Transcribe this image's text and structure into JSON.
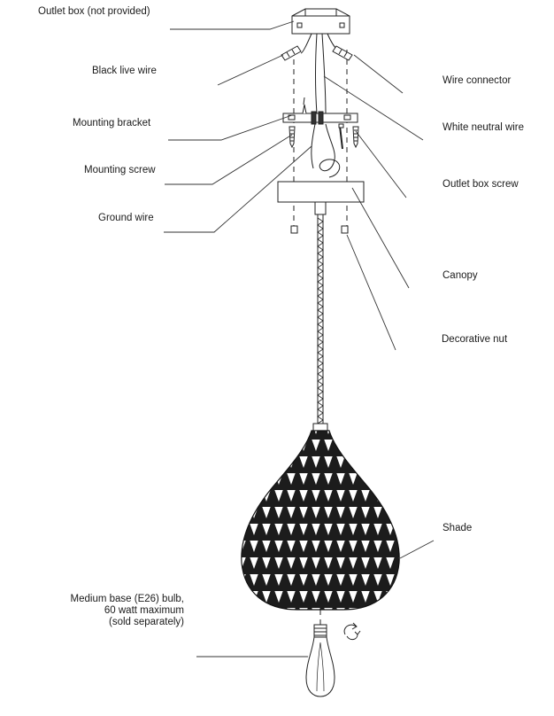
{
  "labels": {
    "outlet_box": "Outlet box (not provided)",
    "black_live_wire": "Black live wire",
    "mounting_bracket": "Mounting bracket",
    "mounting_screw": "Mounting screw",
    "ground_wire": "Ground wire",
    "wire_connector": "Wire connector",
    "white_neutral_wire": "White neutral wire",
    "outlet_box_screw": "Outlet box screw",
    "canopy": "Canopy",
    "decorative_nut": "Decorative nut",
    "shade": "Shade",
    "bulb": [
      "Medium base (E26) bulb,",
      "60 watt maximum",
      "(sold separately)"
    ]
  },
  "colors": {
    "line": "#222222",
    "background": "#ffffff"
  },
  "icons": {
    "rotation": "rotate-arrow-icon"
  }
}
